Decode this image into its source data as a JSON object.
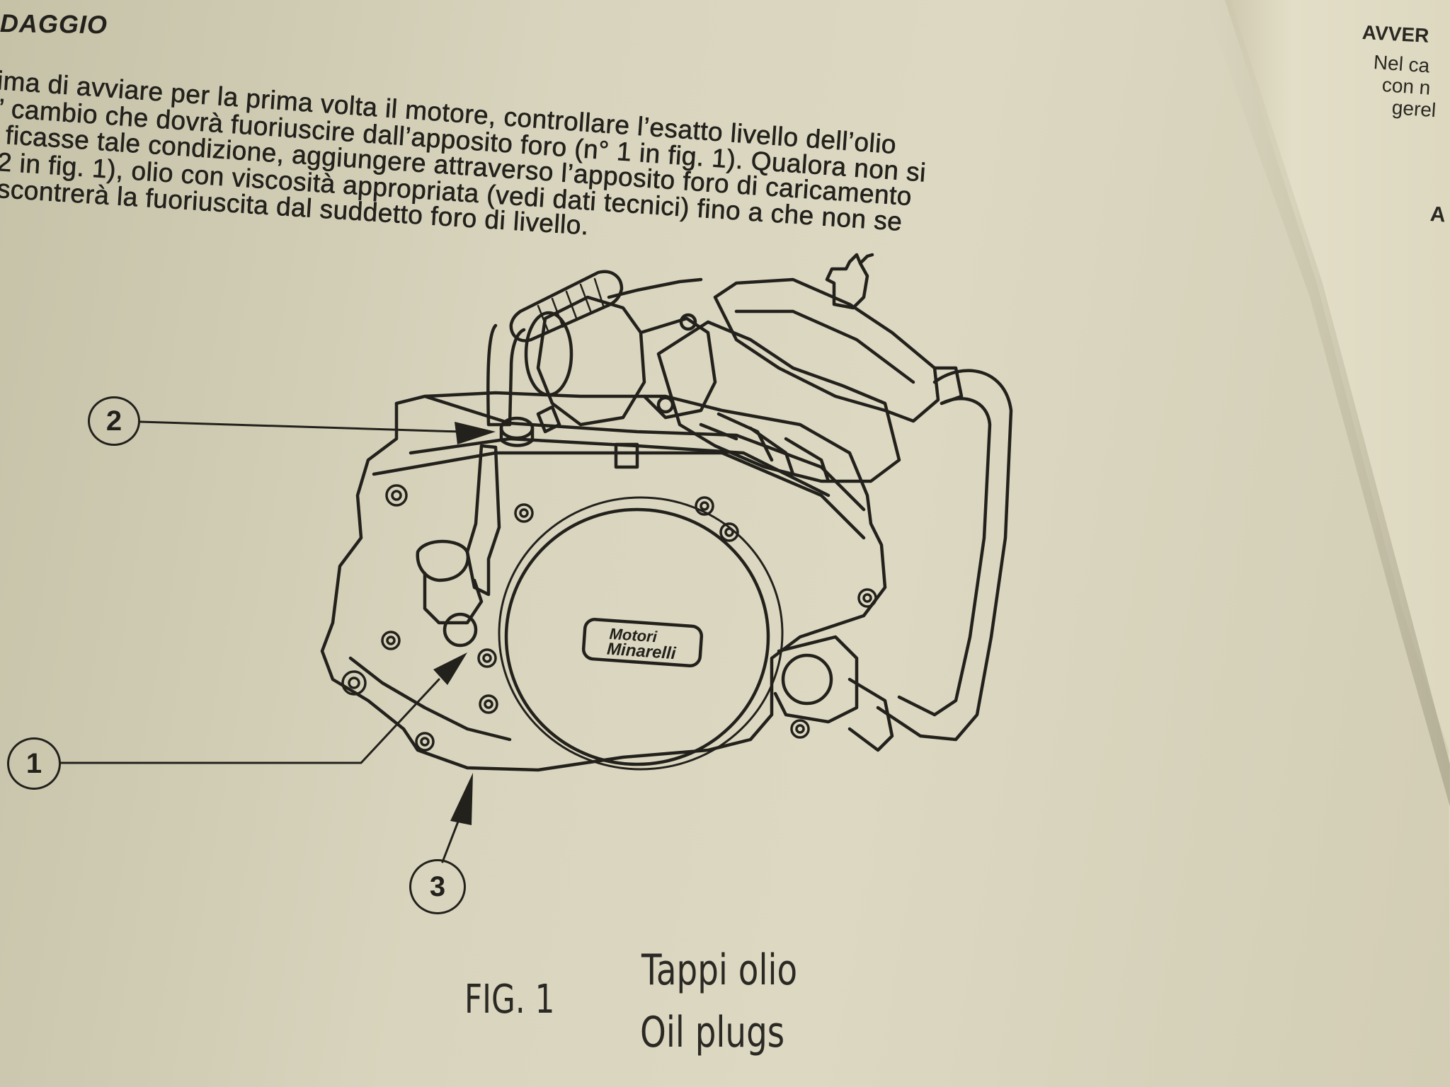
{
  "section": {
    "heading": "DAGGIO",
    "paragraph_lines": [
      "ima di avviare per la prima volta il motore, controllare l’esatto livello dell’olio",
      "’ cambio che dovrà fuoriuscire dall’apposito foro (n° 1 in fig. 1). Qualora non si",
      "ficasse tale condizione, aggiungere attraverso l’apposito foro di caricamento",
      "2 in fig. 1), olio con viscosità appropriata (vedi dati tecnici) fino a che non se",
      "scontrerà la fuoriuscita dal suddetto foro di livello."
    ]
  },
  "right_page": {
    "title": "AVVER",
    "lines": [
      "Nel ca",
      "con n",
      "gerel"
    ],
    "subheading": "A"
  },
  "figure": {
    "callouts": [
      "2",
      "1",
      "3"
    ],
    "logo_line1": "Motori",
    "logo_line2": "Minarelli",
    "label": "FIG. 1",
    "caption_it": "Tappi olio",
    "caption_en": "Oil plugs"
  },
  "colors": {
    "ink": "#23211c",
    "paper": "#dcd8c2",
    "right_page": "#e2ddc6"
  }
}
